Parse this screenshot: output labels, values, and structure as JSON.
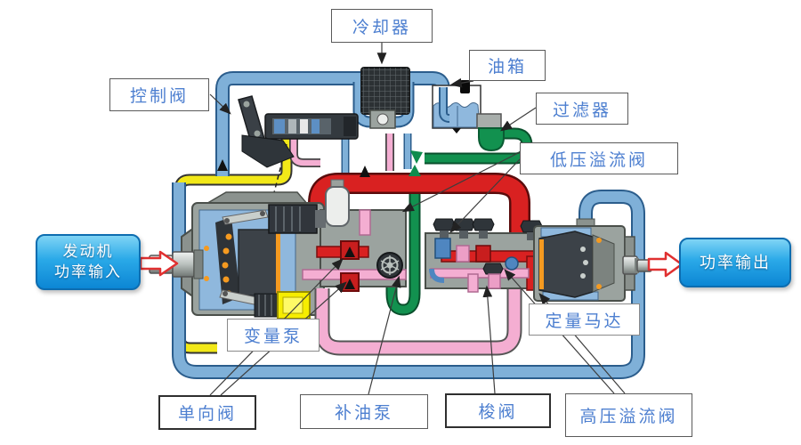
{
  "labels": {
    "cooler": "冷却器",
    "tank": "油箱",
    "control_valve": "控制阀",
    "filter": "过滤器",
    "low_pressure_relief_valve": "低压溢流阀",
    "variable_pump": "变量泵",
    "fixed_motor": "定量马达",
    "check_valve": "单向阀",
    "charge_pump": "补油泵",
    "shuttle_valve": "梭阀",
    "high_pressure_relief_valve": "高压溢流阀"
  },
  "io": {
    "engine_input_line1": "发动机",
    "engine_input_line2": "功率输入",
    "power_output": "功率输出"
  },
  "colors": {
    "label_text": "#4d7fd0",
    "io_gradient_top": "#7fd4f5",
    "io_gradient_bottom": "#0c86d4",
    "pipe_blue": "#7fb0d8",
    "pipe_red": "#d92121",
    "pipe_pink": "#f4aed2",
    "pipe_green": "#12914f",
    "pipe_yellow": "#f2e818",
    "io_arrow_red": "#e03030"
  }
}
